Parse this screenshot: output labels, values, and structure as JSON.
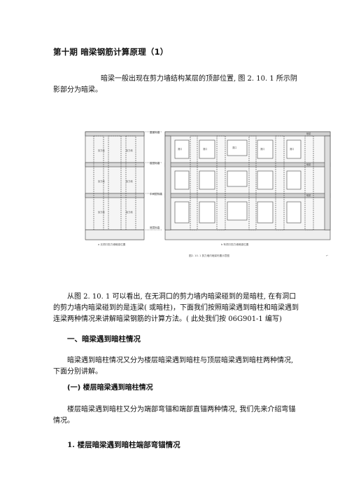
{
  "title": "第十期  暗梁钢筋计算原理（1）",
  "intro": "暗梁一般出现在剪力墙结构某层的顶部位置, 图 2. 10. 1 所示阴影部分为暗梁。",
  "figure": {
    "caption": "图2. 10. 1    剪力墙内暗梁布置示意图",
    "left_caption": "a  无洞口剪力墙暗梁位置",
    "right_caption": "b  有洞口剪力墙暗梁位置",
    "left_labels": [
      "屋面标高",
      "楼层标高",
      "中间层标高",
      "底层标高",
      "基础",
      "暗梁",
      "剪力墙",
      "暗柱",
      "连梁"
    ],
    "right_labels": [
      "暗梁",
      "连梁",
      "暗柱",
      "洞口",
      "端柱",
      "剪力墙"
    ]
  },
  "body": "从图 2. 10. 1 可以看出, 在无洞口的剪力墙内暗梁碰到的是暗柱, 在有洞口的剪力墙内暗梁碰到的是连梁( 或暗柱)，下面我们按照暗梁遇到暗柱和暗梁遇到连梁两种情况来讲解暗梁钢筋的计算方法。( 此处我们按 06G901-1 编写)",
  "section1": "一、暗梁遇到暗柱情况",
  "section1_text": "暗梁遇到暗柱情况又分为楼层暗梁遇到暗柱与顶层暗梁遇到暗柱两种情况, 下面分别讲解。",
  "subsection1": "(一)  楼层暗梁遇到暗柱情况",
  "subsection1_text": "楼层暗梁遇到暗柱又分为端部弯锚和端部直锚两种情况, 我们先来介绍弯锚情况。",
  "heading3": "1.  楼层暗梁遇到暗柱端部弯锚情况"
}
